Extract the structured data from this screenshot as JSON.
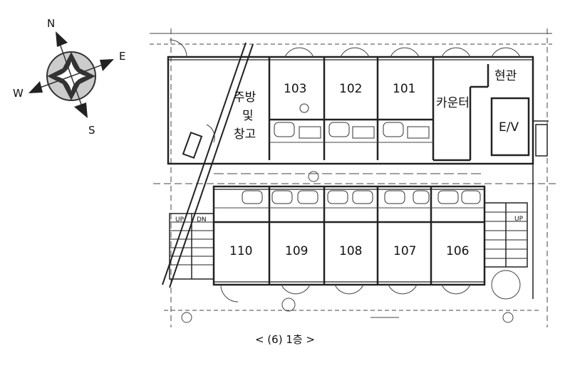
{
  "compass": {
    "north": "N",
    "east": "E",
    "south": "S",
    "west": "W"
  },
  "rooms_top": [
    {
      "name": "103"
    },
    {
      "name": "102"
    },
    {
      "name": "101"
    }
  ],
  "rooms_bottom": [
    {
      "name": "110"
    },
    {
      "name": "109"
    },
    {
      "name": "108"
    },
    {
      "name": "107"
    },
    {
      "name": "106"
    }
  ],
  "areas": {
    "kitchen_line1": "주방",
    "kitchen_line2": "및",
    "kitchen_line3": "창고",
    "counter": "카운터",
    "entrance": "현관",
    "elevator": "E/V"
  },
  "stairs": {
    "left_up": "UP",
    "left_down": "DN",
    "right_up": "UP"
  },
  "caption": "< (6) 1층 >"
}
